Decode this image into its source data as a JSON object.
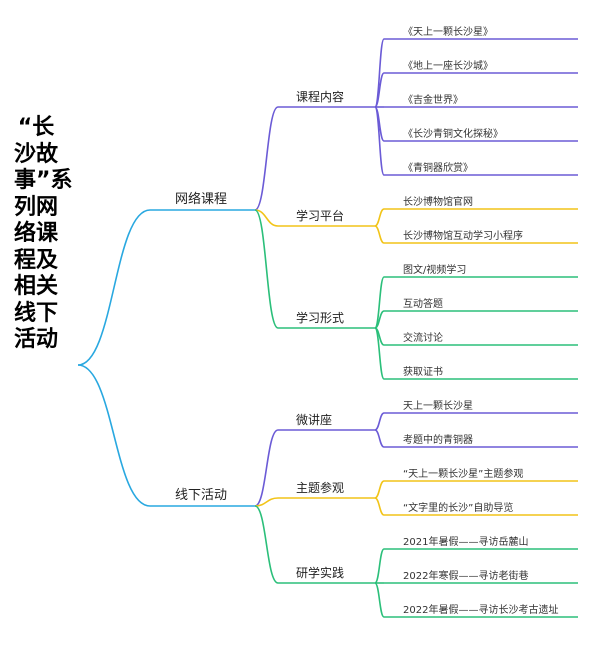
{
  "root": {
    "title": "“长沙故事”系列网络课程及相关线下活动"
  },
  "branches": [
    {
      "label": "网络课程",
      "children": [
        {
          "label": "课程内容",
          "color": "#6b5bd6",
          "leaves": [
            "《天上一颗长沙星》",
            "《地上一座长沙城》",
            "《吉金世界》",
            "《长沙青铜文化探秘》",
            "《青铜器欣赏》"
          ]
        },
        {
          "label": "学习平台",
          "color": "#f2c418",
          "leaves": [
            "长沙博物馆官网",
            "长沙博物馆互动学习小程序"
          ]
        },
        {
          "label": "学习形式",
          "color": "#2bbf7a",
          "leaves": [
            "图文/视频学习",
            "互动答题",
            "交流讨论",
            "获取证书"
          ]
        }
      ]
    },
    {
      "label": "线下活动",
      "children": [
        {
          "label": "微讲座",
          "color": "#6b5bd6",
          "leaves": [
            "天上一颗长沙星",
            "考题中的青铜器"
          ]
        },
        {
          "label": "主题参观",
          "color": "#f2c418",
          "leaves": [
            "“天上一颗长沙星”主题参观",
            "“文字里的长沙”自助导览"
          ]
        },
        {
          "label": "研学实践",
          "color": "#2bbf7a",
          "leaves": [
            "2021年暑假——寻访岳麓山",
            "2022年寒假——寻访老街巷",
            "2022年暑假——寻访长沙考古遗址"
          ]
        }
      ]
    }
  ],
  "colors": {
    "root_link": "#29a8e0"
  }
}
